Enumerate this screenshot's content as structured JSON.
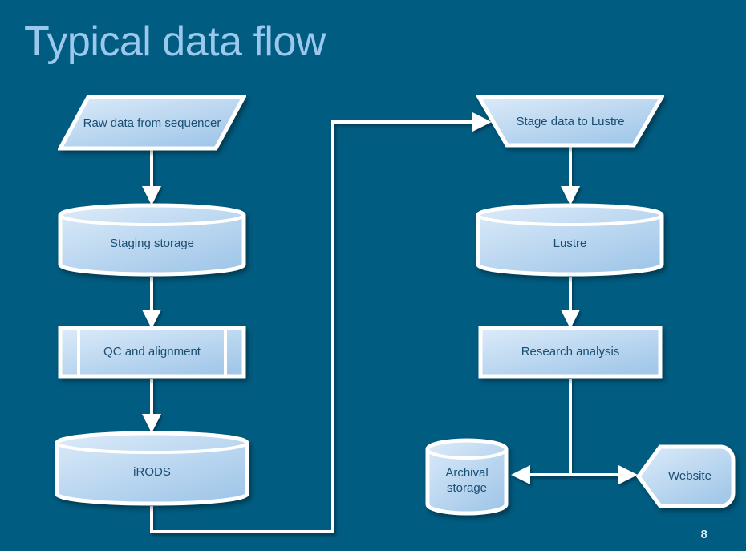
{
  "slide": {
    "title": "Typical data flow",
    "page_number": "8",
    "background_color": "#015c81",
    "title_color": "#9dc8ee",
    "shape_fill_light": "#d6e7f7",
    "shape_fill_dark": "#a3c9ea",
    "shape_outline": "#ffffff",
    "shape_text_color": "#1a4e72",
    "connector_color": "#ffffff"
  },
  "nodes": [
    {
      "id": "raw-data",
      "label": "Raw data from sequencer",
      "shape": "parallelogram"
    },
    {
      "id": "staging-storage",
      "label": "Staging storage",
      "shape": "cylinder"
    },
    {
      "id": "qc-alignment",
      "label": "QC and alignment",
      "shape": "predefined-process"
    },
    {
      "id": "irods",
      "label": "iRODS",
      "shape": "cylinder"
    },
    {
      "id": "stage-to-lustre",
      "label": "Stage data to Lustre",
      "shape": "trapezoid"
    },
    {
      "id": "lustre",
      "label": "Lustre",
      "shape": "cylinder"
    },
    {
      "id": "research-analysis",
      "label": "Research analysis",
      "shape": "rectangle"
    },
    {
      "id": "archival-storage",
      "label": "Archival storage",
      "shape": "cylinder"
    },
    {
      "id": "website",
      "label": "Website",
      "shape": "pentagon-tag"
    }
  ],
  "connectors": [
    {
      "id": "raw-to-staging",
      "from": "raw-data",
      "to": "staging-storage",
      "style": "straight-down"
    },
    {
      "id": "staging-to-qc",
      "from": "staging-storage",
      "to": "qc-alignment",
      "style": "straight-down"
    },
    {
      "id": "qc-to-irods",
      "from": "qc-alignment",
      "to": "irods",
      "style": "straight-down"
    },
    {
      "id": "irods-to-stage",
      "from": "irods",
      "to": "stage-to-lustre",
      "style": "elbow-around-bottom"
    },
    {
      "id": "stage-to-lustre-line",
      "from": "stage-to-lustre",
      "to": "lustre",
      "style": "straight-down"
    },
    {
      "id": "lustre-to-research",
      "from": "lustre",
      "to": "research-analysis",
      "style": "straight-down"
    },
    {
      "id": "research-to-archival",
      "from": "research-analysis",
      "to": "archival-storage",
      "style": "elbow-left"
    },
    {
      "id": "research-to-website",
      "from": "research-analysis",
      "to": "website",
      "style": "elbow-right"
    }
  ]
}
